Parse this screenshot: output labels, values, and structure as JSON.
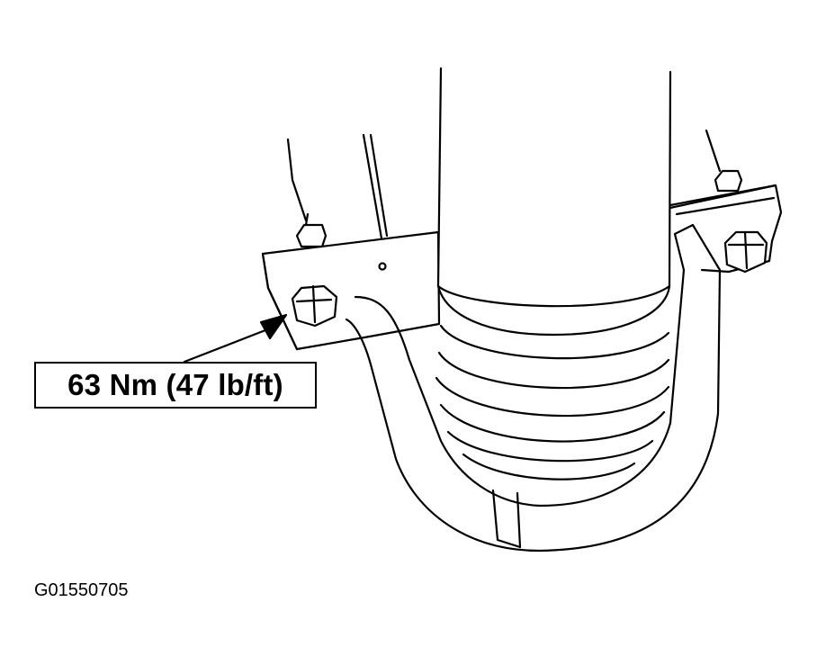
{
  "diagram": {
    "callout_label": "63 Nm (47 lb/ft)",
    "figure_id": "G01550705",
    "line_color": "#000000",
    "background_color": "#ffffff",
    "parts": [
      "shock-absorber",
      "coil-spring",
      "mounting-bracket",
      "u-strap",
      "mounting-nut-front",
      "mounting-nut-right",
      "mounting-nut-rear-left",
      "mounting-nut-rear-right",
      "leader-arrow"
    ]
  }
}
